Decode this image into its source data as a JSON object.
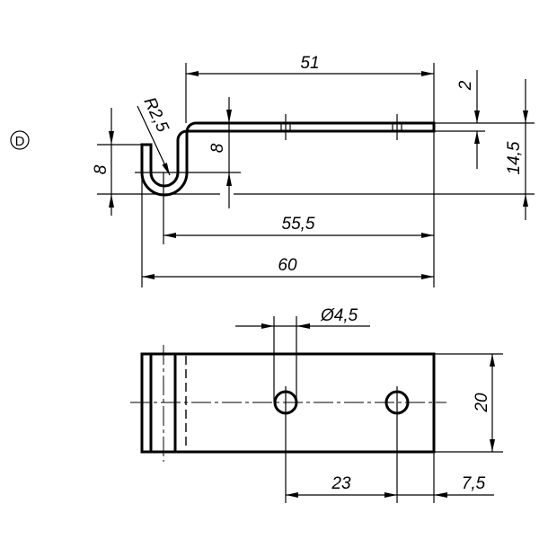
{
  "view_label": "D",
  "side_view": {
    "dims": {
      "length_top": "51",
      "thickness": "2",
      "height_total": "14,5",
      "radius": "R2,5",
      "hook_height": "8",
      "hook_depth": "8",
      "length_mid": "55,5",
      "length_total": "60"
    }
  },
  "top_view": {
    "dims": {
      "hole_diameter": "Ø4,5",
      "width": "20",
      "hole_spacing": "23",
      "edge_distance": "7,5"
    }
  }
}
